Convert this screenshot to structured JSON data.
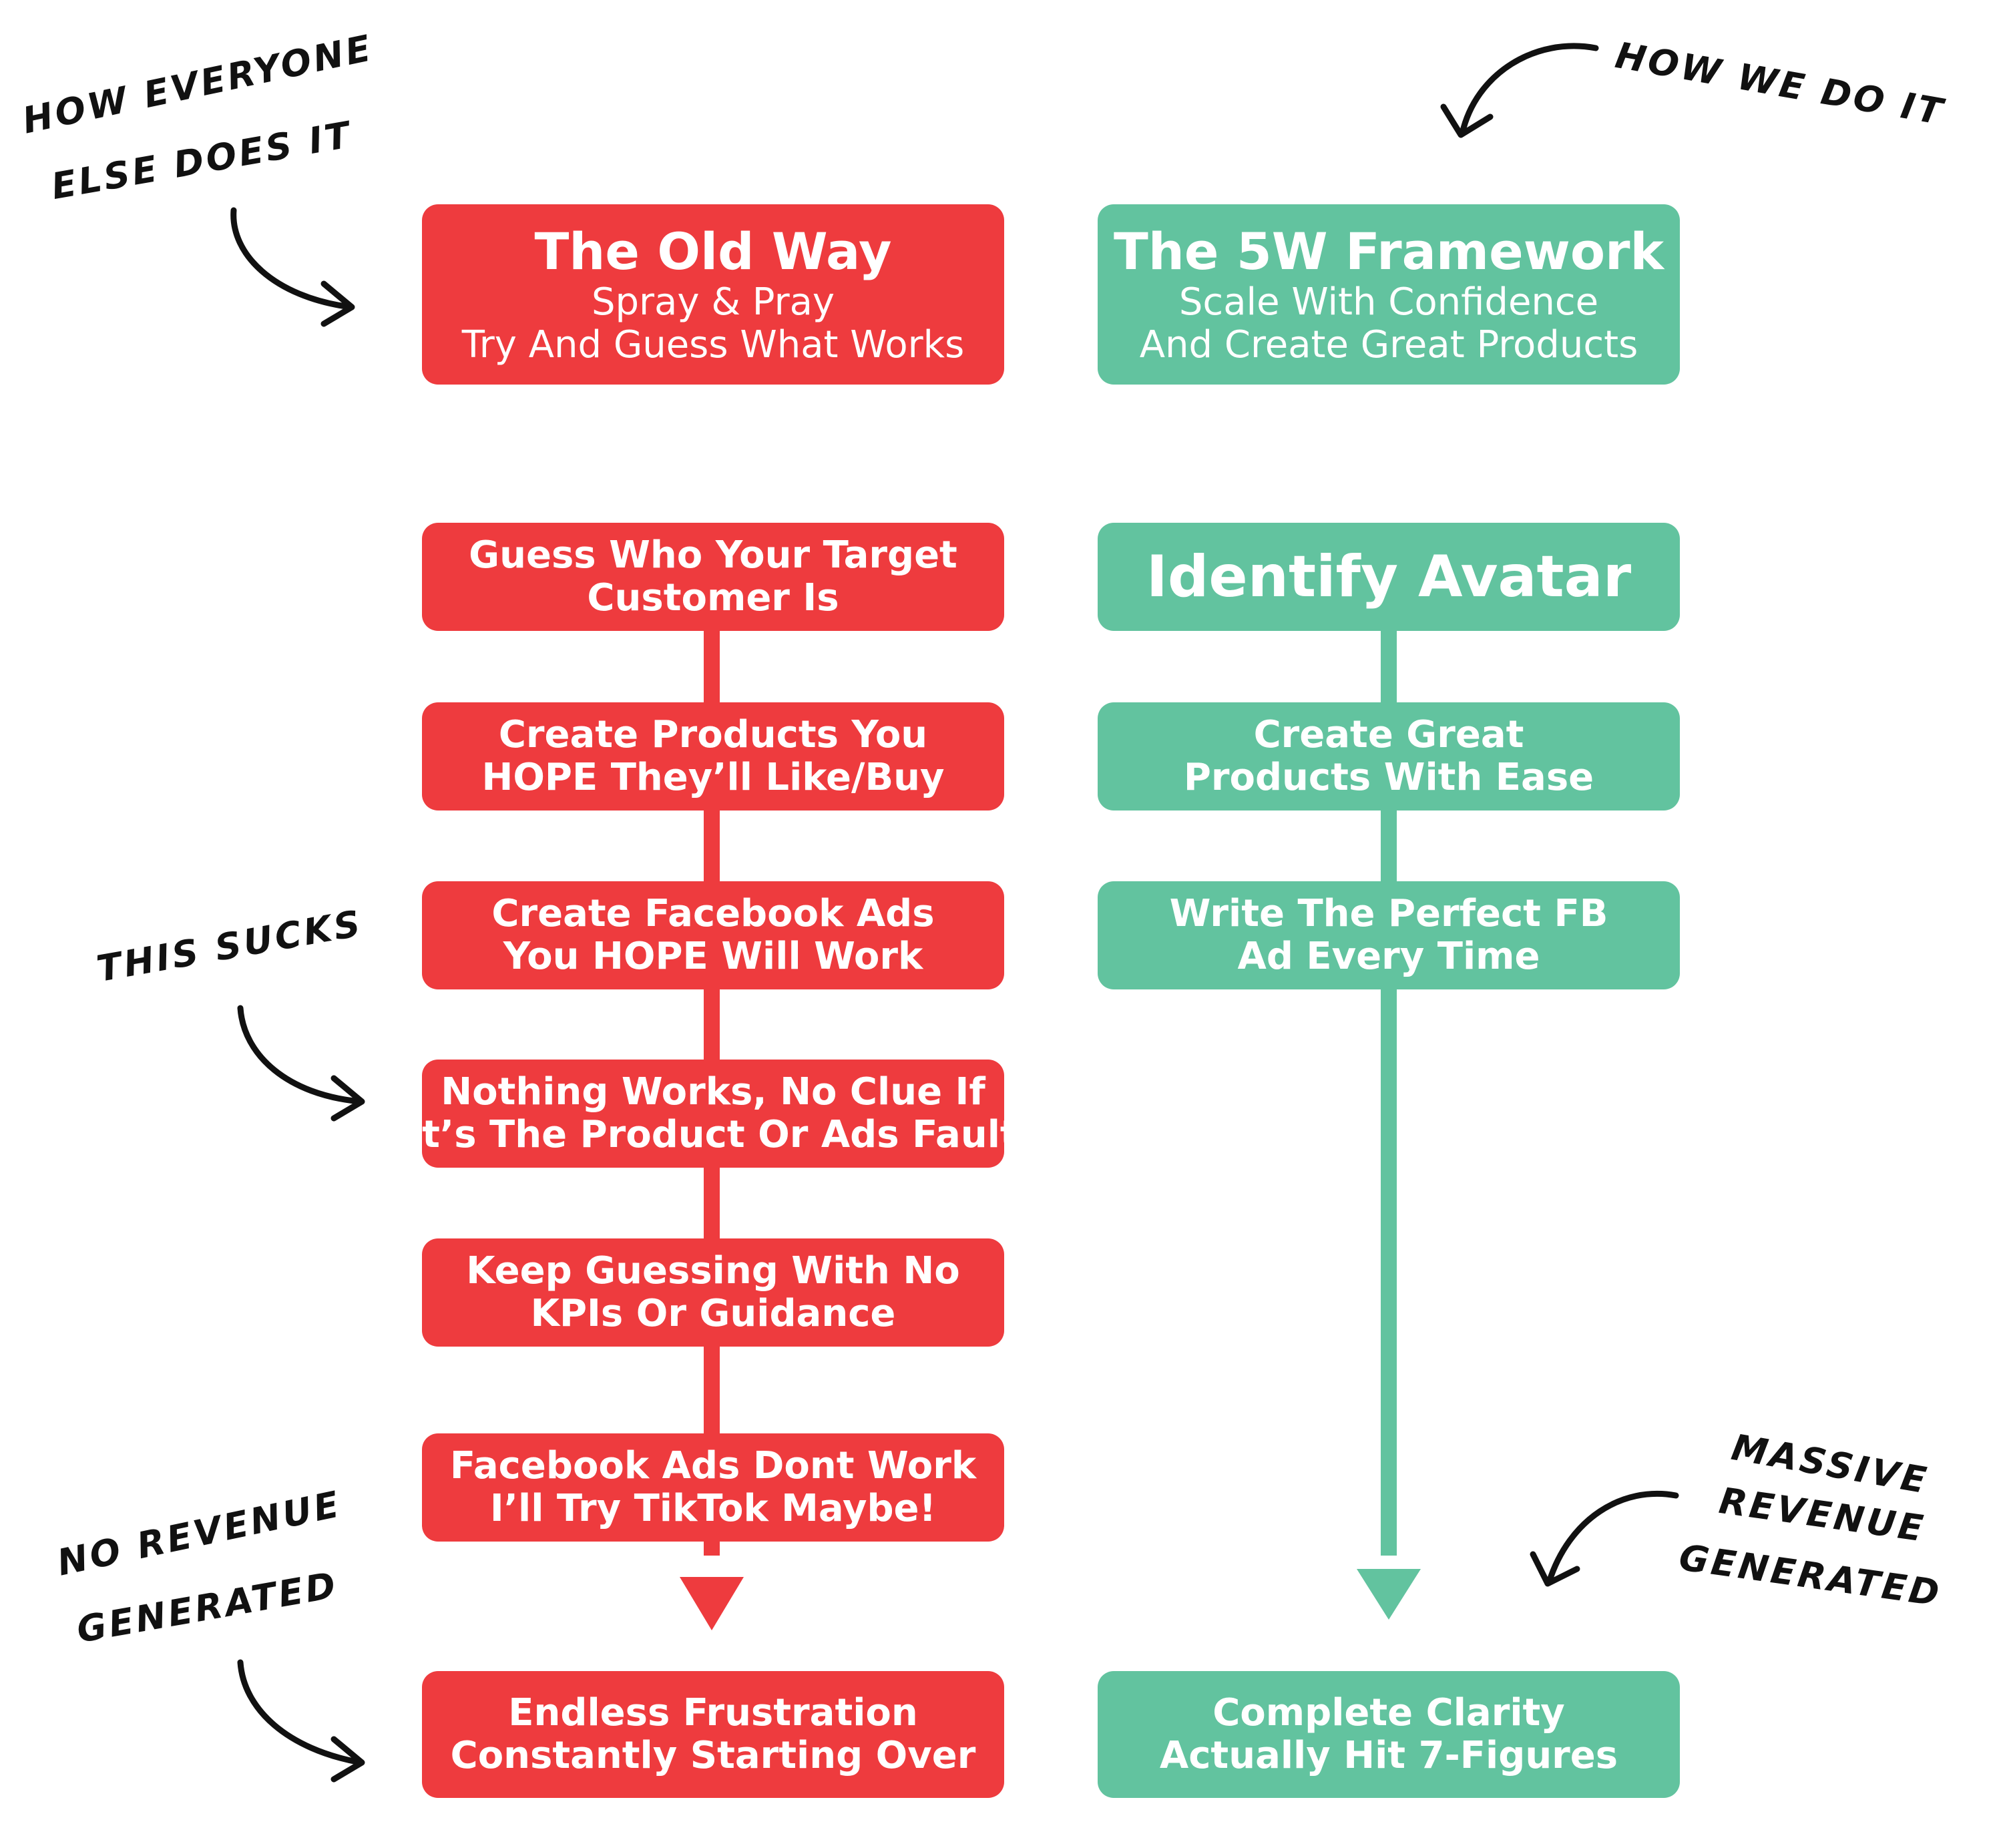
{
  "annotations": {
    "everyone_else": [
      "HOW EVERYONE",
      "ELSE DOES IT"
    ],
    "we_do_it": "HOW WE DO IT",
    "this_sucks": "THIS SUCKS",
    "no_revenue": [
      "NO REVENUE",
      "GENERATED"
    ],
    "massive_revenue": [
      "MASSIVE",
      "REVENUE",
      "GENERATED"
    ]
  },
  "left_column": {
    "header": {
      "title": "The Old Way",
      "sub1": "Spray & Pray",
      "sub2": "Try And Guess What Works"
    },
    "steps": [
      [
        "Guess Who Your Target",
        "Customer Is"
      ],
      [
        "Create Products You",
        "HOPE They’ll Like/Buy"
      ],
      [
        "Create Facebook Ads",
        "You HOPE Will Work"
      ],
      [
        "Nothing Works, No Clue If",
        "It’s The Product Or Ads Fault"
      ],
      [
        "Keep Guessing With No",
        "KPIs Or Guidance"
      ],
      [
        "Facebook Ads Dont Work",
        "I’ll Try TikTok Maybe!"
      ]
    ],
    "result": [
      "Endless Frustration",
      "Constantly Starting Over"
    ]
  },
  "right_column": {
    "header": {
      "title": "The 5W Framework",
      "sub1": "Scale With Confidence",
      "sub2": "And Create Great Products"
    },
    "steps": [
      [
        "Identify Avatar"
      ],
      [
        "Create Great",
        "Products With Ease"
      ],
      [
        "Write The Perfect FB",
        "Ad Every Time"
      ]
    ],
    "result": [
      "Complete Clarity",
      "Actually Hit 7-Figures"
    ]
  },
  "colors": {
    "red": "#ee3b3e",
    "green": "#62c39f",
    "ink": "#111111"
  }
}
